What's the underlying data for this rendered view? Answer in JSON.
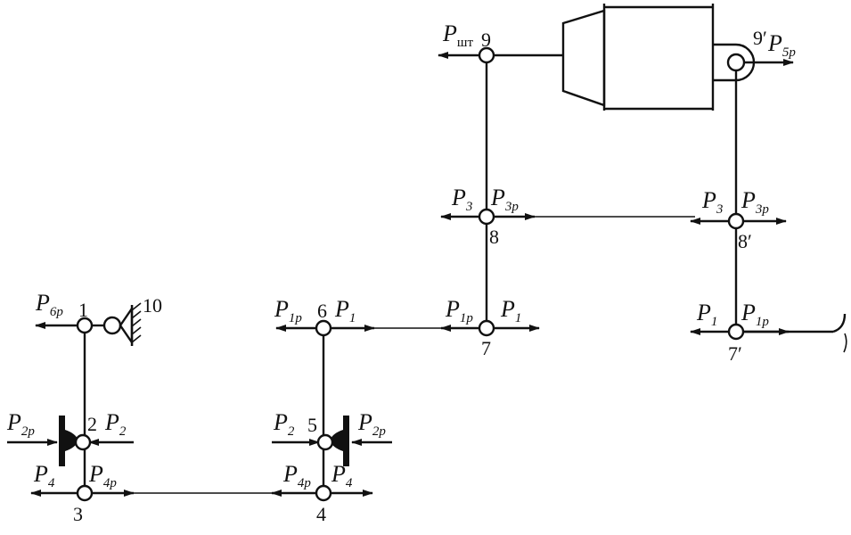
{
  "nodes": {
    "n1": "1",
    "n2": "2",
    "n3": "3",
    "n4": "4",
    "n5": "5",
    "n6": "6",
    "n7": "7",
    "n8": "8",
    "n9": "9",
    "n10": "10",
    "n7p": "7′",
    "n8p": "8′",
    "n9p": "9′"
  },
  "forces": {
    "P_sym": "P",
    "s6p": "6p",
    "s2p": "2p",
    "s2": "2",
    "s4": "4",
    "s4p": "4p",
    "s1p": "1p",
    "s1": "1",
    "s3": "3",
    "s3p": "3p",
    "s5p": "5p",
    "sst": "шт"
  }
}
